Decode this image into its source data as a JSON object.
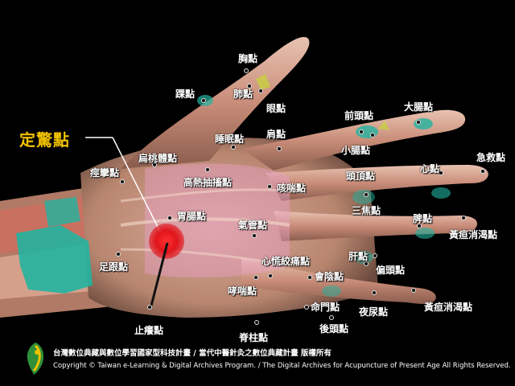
{
  "main_label": "定驚點",
  "points": [
    {
      "id": "xiong",
      "label": "胸點"
    },
    {
      "id": "huai",
      "label": "踝點"
    },
    {
      "id": "fei",
      "label": "肺點"
    },
    {
      "id": "yan",
      "label": "眼點"
    },
    {
      "id": "jian",
      "label": "肩點"
    },
    {
      "id": "qiantou",
      "label": "前頭點"
    },
    {
      "id": "dachang",
      "label": "大腸點"
    },
    {
      "id": "xiaochang",
      "label": "小腸點"
    },
    {
      "id": "jijiu",
      "label": "急救點"
    },
    {
      "id": "shuimian",
      "label": "睡眠點"
    },
    {
      "id": "biantaoti",
      "label": "扁桃體點"
    },
    {
      "id": "jingluan",
      "label": "痙攣點"
    },
    {
      "id": "gaore",
      "label": "高熱抽搐點"
    },
    {
      "id": "kechuan",
      "label": "咳喘點"
    },
    {
      "id": "touding",
      "label": "頭頂點"
    },
    {
      "id": "xin",
      "label": "心點"
    },
    {
      "id": "sanjiao",
      "label": "三焦點"
    },
    {
      "id": "weichang",
      "label": "胃腸點"
    },
    {
      "id": "qiguan",
      "label": "氣管點"
    },
    {
      "id": "pi",
      "label": "脾點"
    },
    {
      "id": "huangdan1",
      "label": "黃疸消渴點"
    },
    {
      "id": "gan",
      "label": "肝點"
    },
    {
      "id": "xinhuang",
      "label": "心慌絞痛點"
    },
    {
      "id": "piantou",
      "label": "偏頭點"
    },
    {
      "id": "zugen",
      "label": "足跟點"
    },
    {
      "id": "huiyin",
      "label": "會陰點"
    },
    {
      "id": "xiaochuan",
      "label": "哮喘點"
    },
    {
      "id": "mingmen",
      "label": "命門點"
    },
    {
      "id": "yeniao",
      "label": "夜尿點"
    },
    {
      "id": "huangdan2",
      "label": "黃疸消渴點"
    },
    {
      "id": "zhiyang",
      "label": "止癢點"
    },
    {
      "id": "jizhu",
      "label": "脊柱點"
    },
    {
      "id": "houtou",
      "label": "後頭點"
    }
  ],
  "footer": {
    "line1": "台灣數位典藏與數位學習國家型科技計畫 / 當代中醫針灸之數位典藏計畫 版權所有",
    "line2": "Copyright © Taiwan e-Learning & Digital Archives Program. / The Digital Archives for Acupuncture of Present Age All Rights Reserved."
  },
  "colors": {
    "background": "#000000",
    "main_label": "#f2c200",
    "marker": "#e0161c",
    "skin": "#c49a86",
    "muscle": "#d67a6a",
    "tendon": "#e9c7b6",
    "highlight": "#e8a0c8",
    "teal": "#22b4a0"
  }
}
